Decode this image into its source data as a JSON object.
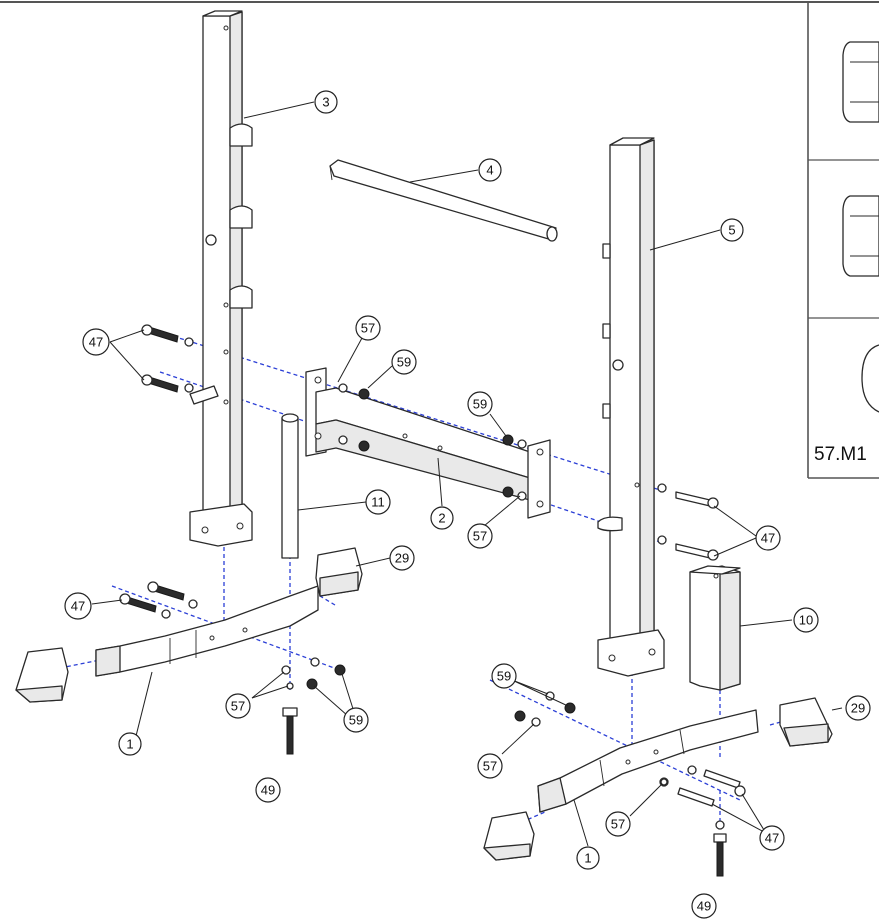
{
  "callouts": [
    {
      "id": "c3a",
      "label": "3"
    },
    {
      "id": "c4a",
      "label": "4"
    },
    {
      "id": "c5a",
      "label": "5"
    },
    {
      "id": "c47a",
      "label": "47"
    },
    {
      "id": "c57a",
      "label": "57"
    },
    {
      "id": "c59a",
      "label": "59"
    },
    {
      "id": "c59b",
      "label": "59"
    },
    {
      "id": "c11a",
      "label": "11"
    },
    {
      "id": "c2a",
      "label": "2"
    },
    {
      "id": "c57b",
      "label": "57"
    },
    {
      "id": "c47b",
      "label": "47"
    },
    {
      "id": "c29a",
      "label": "29"
    },
    {
      "id": "c47c",
      "label": "47"
    },
    {
      "id": "c10a",
      "label": "10"
    },
    {
      "id": "c59c",
      "label": "59"
    },
    {
      "id": "c29b",
      "label": "29"
    },
    {
      "id": "c57c",
      "label": "57"
    },
    {
      "id": "c59d",
      "label": "59"
    },
    {
      "id": "c1a",
      "label": "1"
    },
    {
      "id": "c49a",
      "label": "49"
    },
    {
      "id": "c57d",
      "label": "57"
    },
    {
      "id": "c57e",
      "label": "57"
    },
    {
      "id": "c1b",
      "label": "1"
    },
    {
      "id": "c47d",
      "label": "47"
    },
    {
      "id": "c49b",
      "label": "49"
    }
  ],
  "legend": {
    "items": [
      {
        "label": ""
      },
      {
        "label": ""
      },
      {
        "label": "57.M1"
      }
    ]
  },
  "colors": {
    "line": "#2a2a2a",
    "dashed_axis": "#2b3fd6",
    "background": "#ffffff"
  }
}
